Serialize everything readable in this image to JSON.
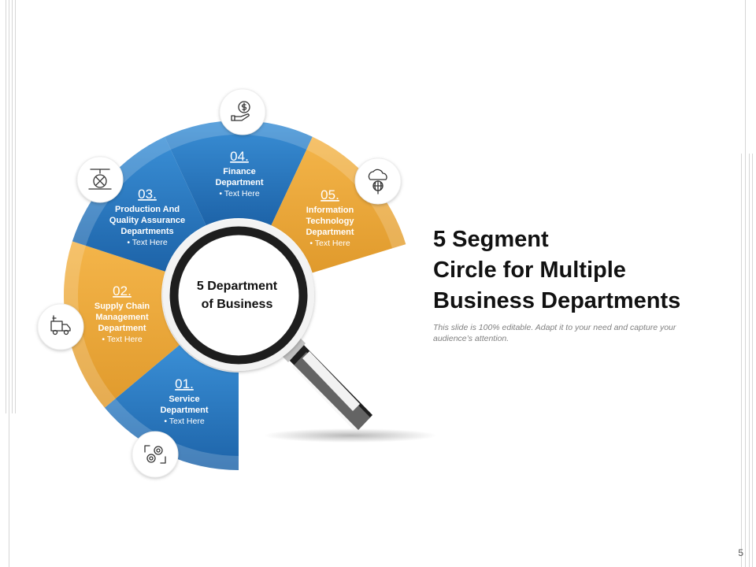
{
  "colors": {
    "blue": "#2F7FC6",
    "blue_dark": "#1B5C9A",
    "orange": "#EFA93A",
    "orange_dark": "#C9862A",
    "magnifier": "#1E1E1E",
    "title_text": "#111111",
    "subtitle_text": "#808080"
  },
  "center": {
    "line1": "5 Department",
    "line2": "of Business"
  },
  "segments": [
    {
      "number": "01.",
      "title_lines": [
        "Service",
        "Department"
      ],
      "bullet": "Text Here",
      "color": "blue",
      "icon": "gears-icon"
    },
    {
      "number": "02.",
      "title_lines": [
        "Supply Chain",
        "Management",
        "Department"
      ],
      "bullet": "Text Here",
      "color": "orange",
      "icon": "delivery-truck-icon"
    },
    {
      "number": "03.",
      "title_lines": [
        "Production And",
        "Quality Assurance",
        "Departments"
      ],
      "bullet": "Text Here",
      "color": "blue",
      "icon": "production-robot-icon"
    },
    {
      "number": "04.",
      "title_lines": [
        "Finance",
        "Department"
      ],
      "bullet": "Text Here",
      "color": "blue",
      "icon": "dollar-hand-icon"
    },
    {
      "number": "05.",
      "title_lines": [
        "Information",
        "Technology",
        "Department"
      ],
      "bullet": "Text Here",
      "color": "orange",
      "icon": "cloud-network-icon"
    }
  ],
  "title": {
    "line1": "5 Segment",
    "line2": "Circle for Multiple",
    "line3": "Business Departments"
  },
  "subtitle": "This slide is 100% editable. Adapt it to your need and capture your audience’s attention.",
  "page_number": "5"
}
